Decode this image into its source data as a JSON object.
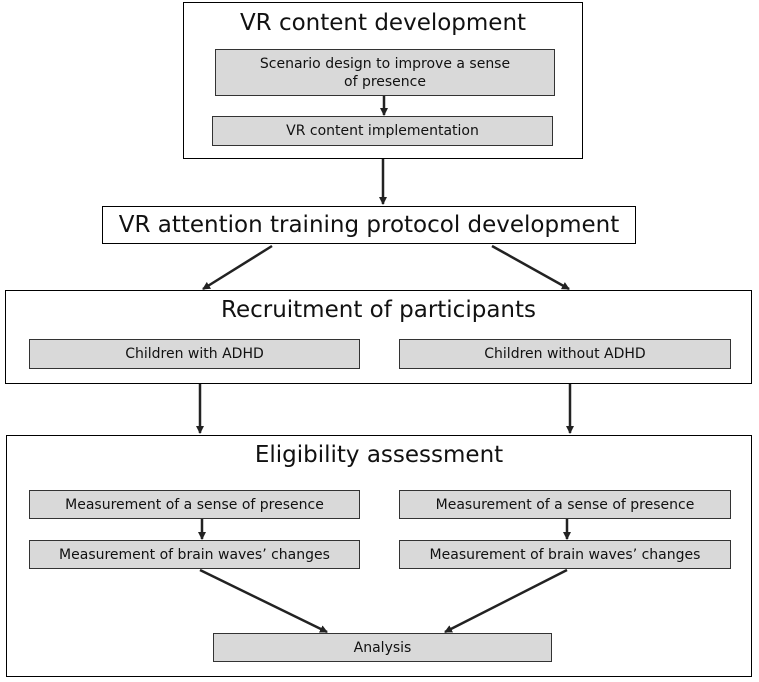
{
  "vr_content": {
    "title": "VR content development",
    "scenario_design": "Scenario design to improve a sense of presence",
    "implementation": "VR content implementation"
  },
  "protocol": {
    "title": "VR attention training protocol development"
  },
  "recruitment": {
    "title": "Recruitment of participants",
    "with_adhd": "Children with ADHD",
    "without_adhd": "Children without ADHD"
  },
  "eligibility": {
    "title": "Eligibility assessment",
    "left_presence": "Measurement of a sense of presence",
    "left_brain": "Measurement of brain waves’ changes",
    "right_presence": "Measurement of a sense of presence",
    "right_brain": "Measurement of brain waves’ changes",
    "analysis": "Analysis"
  }
}
